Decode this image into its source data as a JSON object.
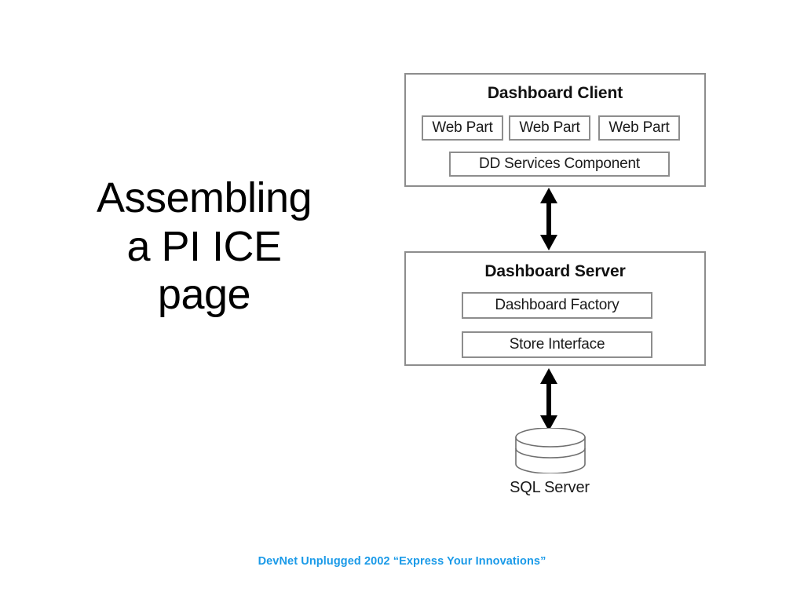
{
  "slide": {
    "title_lines": [
      "Assembling",
      "a PI ICE",
      "page"
    ],
    "footer": "DevNet Unplugged 2002 “Express Your Innovations”",
    "footer_color": "#1a9ae8"
  },
  "diagram": {
    "border_color": "#8d8d8d",
    "arrow_color": "#000000",
    "client": {
      "title": "Dashboard Client",
      "web_parts": [
        "Web Part",
        "Web Part",
        "Web Part"
      ],
      "services": "DD Services Component"
    },
    "server": {
      "title": "Dashboard Server",
      "components": [
        "Dashboard Factory",
        "Store Interface"
      ]
    },
    "database": {
      "label": "SQL Server",
      "icon": "database-cylinder-icon"
    },
    "connectors": [
      {
        "name": "client-to-server",
        "style": "double-headed-arrow"
      },
      {
        "name": "server-to-database",
        "style": "double-headed-arrow"
      }
    ]
  }
}
